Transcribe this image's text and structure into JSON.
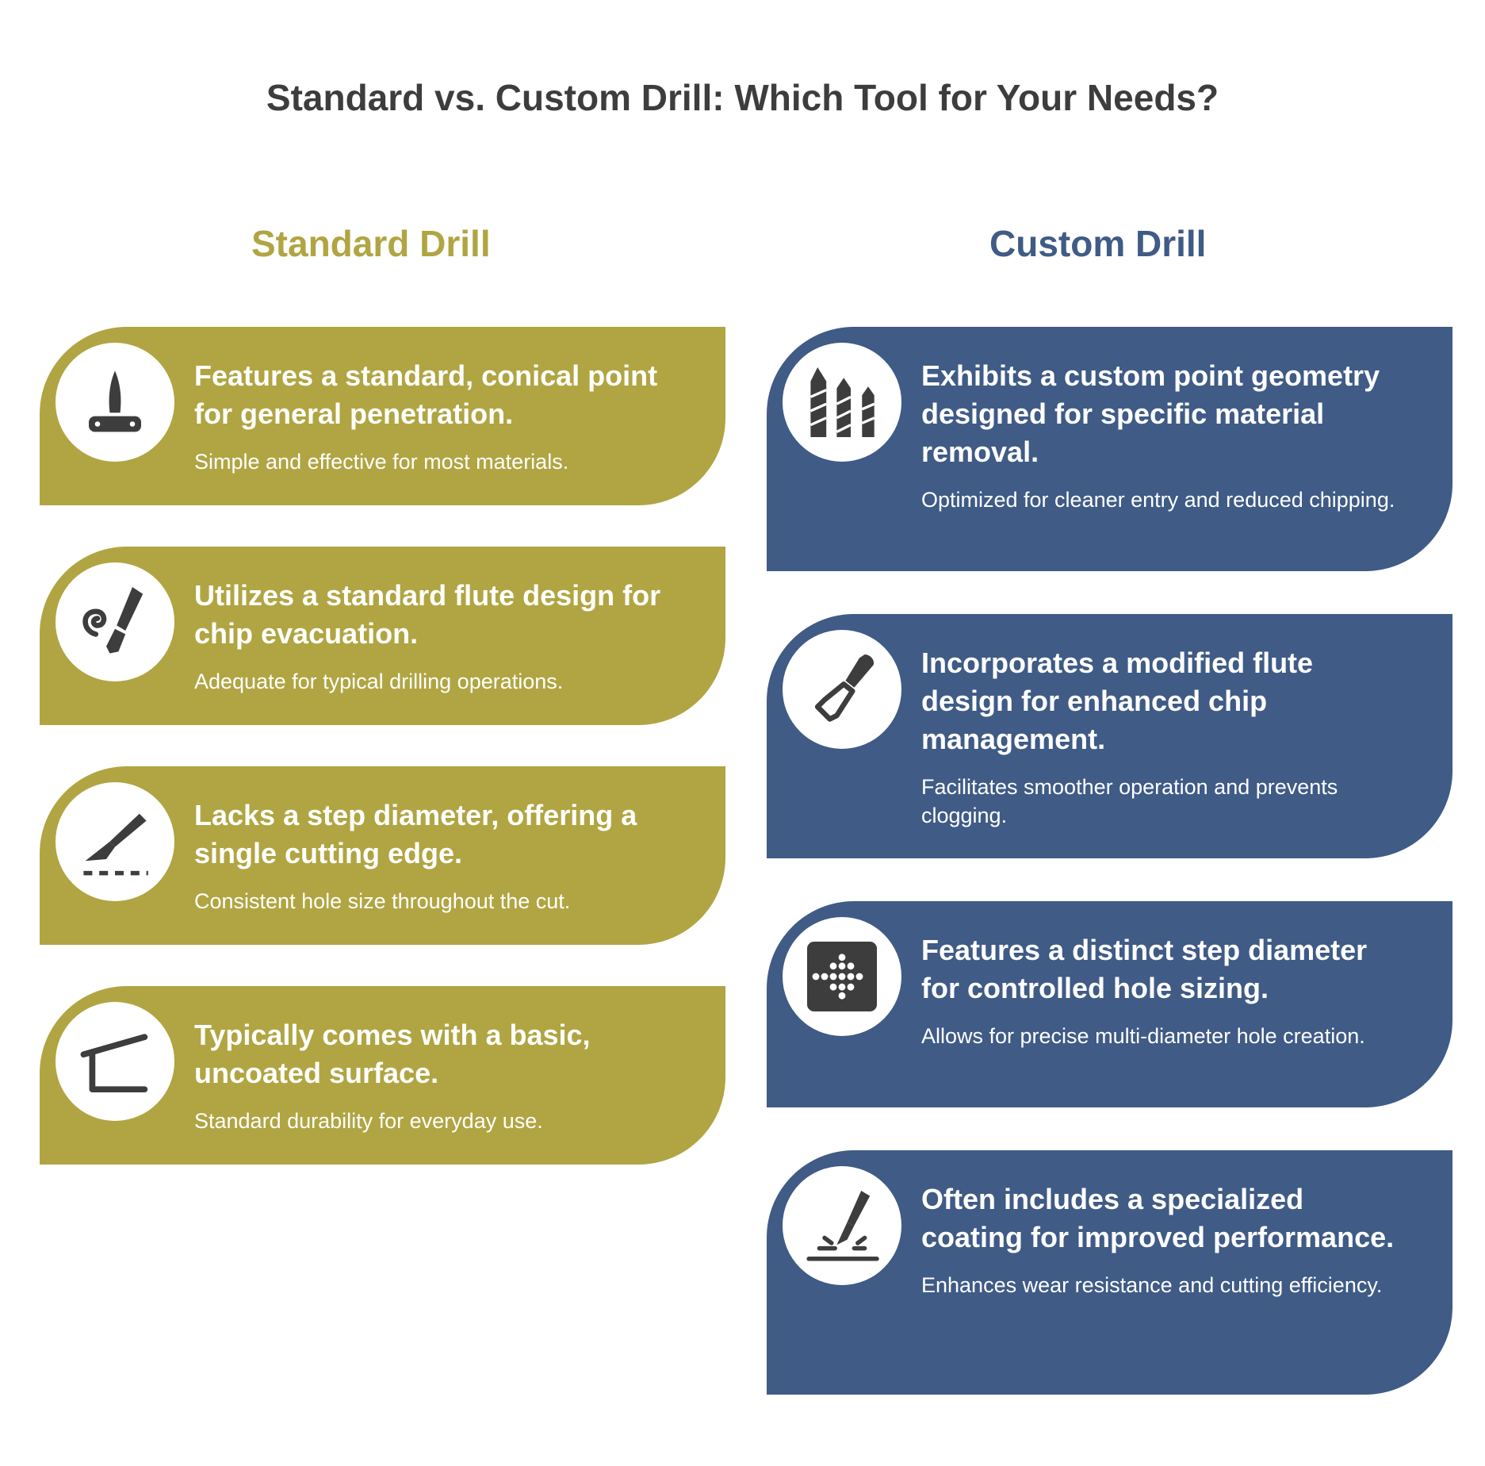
{
  "title": "Standard vs. Custom Drill: Which Tool for Your Needs?",
  "colors": {
    "olive": "#b0a542",
    "blue": "#3f5b86",
    "icon": "#3d3d3d"
  },
  "standard": {
    "heading": "Standard Drill",
    "cards": [
      {
        "icon": "drill-point-icon",
        "head": "Features a standard, conical point for general penetration.",
        "sub": "Simple and effective for most materials."
      },
      {
        "icon": "flute-chip-icon",
        "head": "Utilizes a standard flute design for chip evacuation.",
        "sub": "Adequate for typical drilling operations."
      },
      {
        "icon": "cutting-edge-icon",
        "head": "Lacks a step diameter, offering a single cutting edge.",
        "sub": "Consistent hole size throughout the cut."
      },
      {
        "icon": "basic-surface-icon",
        "head": "Typically comes with a basic, uncoated surface.",
        "sub": "Standard durability for everyday use."
      }
    ]
  },
  "custom": {
    "heading": "Custom Drill",
    "cards": [
      {
        "icon": "drill-bits-icon",
        "head": "Exhibits a custom point geometry designed for specific material removal.",
        "sub": "Optimized for cleaner entry and reduced chipping."
      },
      {
        "icon": "chisel-icon",
        "head": "Incorporates a modified flute design for enhanced chip management.",
        "sub": "Facilitates smoother operation and prevents clogging."
      },
      {
        "icon": "dot-grid-icon",
        "head": "Features a distinct step diameter for controlled hole sizing.",
        "sub": "Allows for precise multi-diameter hole creation."
      },
      {
        "icon": "coating-brush-icon",
        "head": "Often includes a specialized coating for improved performance.",
        "sub": "Enhances wear resistance and cutting efficiency."
      }
    ]
  }
}
